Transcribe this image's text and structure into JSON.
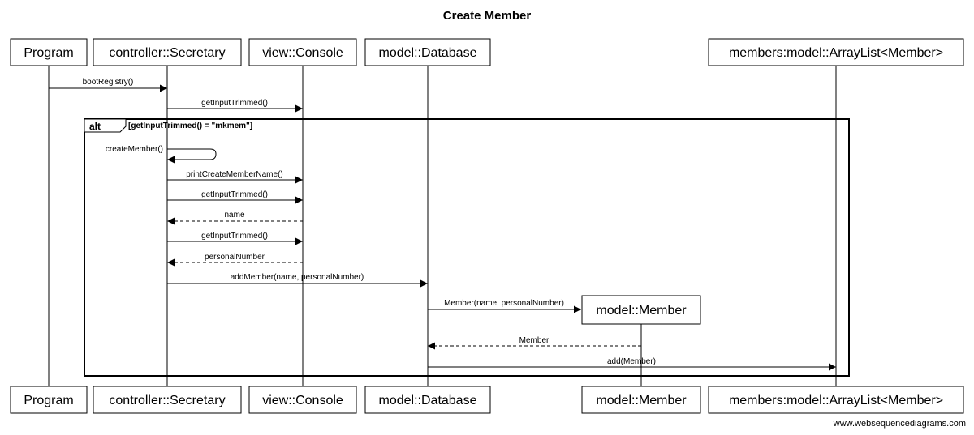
{
  "title": "Create Member",
  "participants": {
    "program": "Program",
    "secretary": "controller::Secretary",
    "console": "view::Console",
    "database": "model::Database",
    "member": "model::Member",
    "arraylist": "members:model::ArrayList<Member>"
  },
  "messages": {
    "m1": "bootRegistry()",
    "m2": "getInputTrimmed()",
    "m3": "createMember()",
    "m4": "printCreateMemberName()",
    "m5": "getInputTrimmed()",
    "m6": "name",
    "m7": "getInputTrimmed()",
    "m8": "personalNumber",
    "m9": "addMember(name, personalNumber)",
    "m10": "Member(name, personalNumber)",
    "m11": "Member",
    "m12": "add(Member)"
  },
  "frame": {
    "keyword": "alt",
    "guard": "[getInputTrimmed() = \"mkmem\"]"
  },
  "footer": "www.websequencediagrams.com"
}
